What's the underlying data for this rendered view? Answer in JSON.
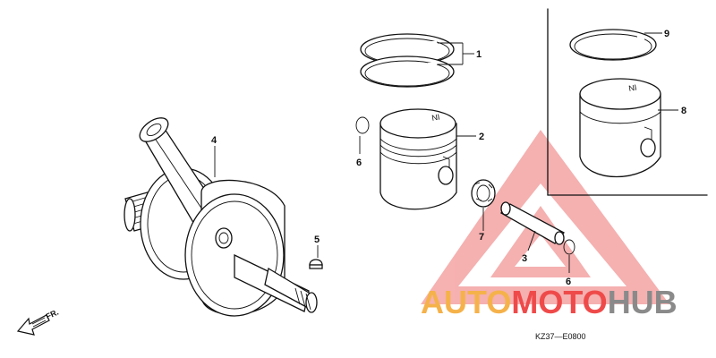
{
  "callouts": {
    "piston_rings": "1",
    "piston": "2",
    "piston_pin": "3",
    "crankshaft": "4",
    "woodruff_key": "5",
    "pin_clip_top": "6",
    "pin_clip_bottom": "6",
    "needle_bearing": "7",
    "piston_alt": "8",
    "piston_ring_alt": "9"
  },
  "front_arrow_label": "FR.",
  "diagram_code": "KZ37—E0800",
  "watermark": {
    "part1": "AUTO",
    "part2": "MOTO",
    "part3": "HUB",
    "color_orange": "#f5b24a",
    "color_red": "#ef4a4a",
    "color_gray": "#8a8a8a",
    "triangle_color": "#f08a8a"
  }
}
